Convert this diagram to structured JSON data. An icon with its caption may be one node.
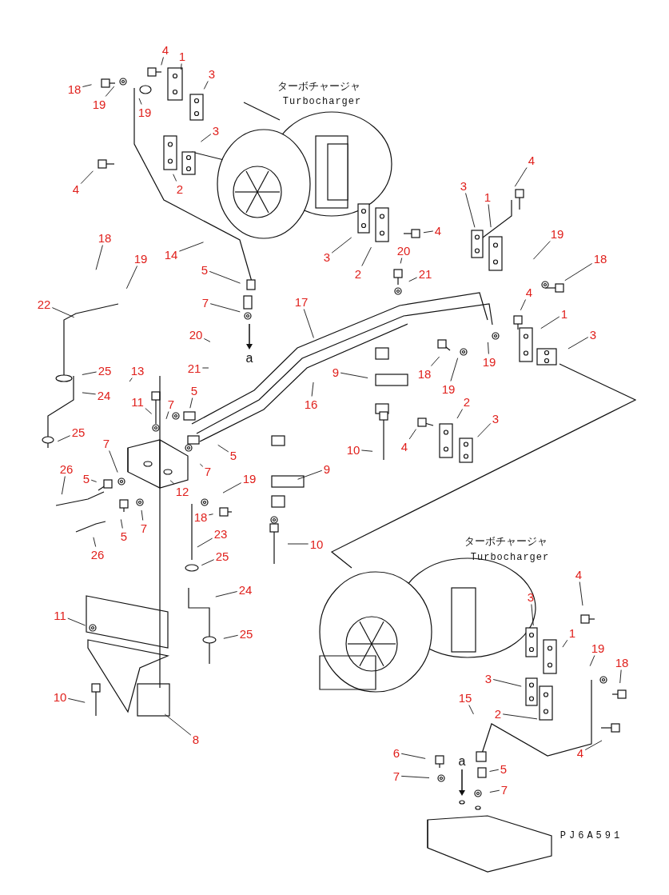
{
  "diagram": {
    "nodes": [
      {
        "text": [
          "18"
        ]
      },
      {
        "text": [
          "4"
        ]
      },
      {
        "text": [
          "1"
        ]
      },
      {
        "text": [
          "19"
        ]
      },
      {
        "text": [
          "3"
        ]
      },
      {
        "text": [
          "19"
        ]
      },
      {
        "text": [
          "3"
        ]
      },
      {
        "text": [
          "4"
        ]
      },
      {
        "text": [
          "2"
        ]
      },
      {
        "text": [
          "3"
        ]
      },
      {
        "text": [
          "1"
        ]
      },
      {
        "text": [
          "4"
        ]
      },
      {
        "text": [
          "4"
        ]
      },
      {
        "text": [
          "14"
        ]
      },
      {
        "text": [
          "3"
        ]
      },
      {
        "text": [
          "2"
        ]
      },
      {
        "text": [
          "20"
        ]
      },
      {
        "text": [
          "19"
        ]
      },
      {
        "text": [
          "18"
        ]
      },
      {
        "text": [
          "21"
        ]
      },
      {
        "text": [
          "5"
        ]
      },
      {
        "text": [
          "7"
        ]
      },
      {
        "text": [
          "17"
        ]
      },
      {
        "text": [
          "4"
        ]
      },
      {
        "text": [
          "1"
        ]
      },
      {
        "text": [
          "3"
        ]
      },
      {
        "text": [
          "18"
        ]
      },
      {
        "text": [
          "19"
        ]
      },
      {
        "text": [
          "22"
        ]
      },
      {
        "text": [
          "20"
        ]
      },
      {
        "text": [
          "21"
        ]
      },
      {
        "text": [
          "25"
        ]
      },
      {
        "text": [
          "13"
        ]
      },
      {
        "text": [
          "24"
        ]
      },
      {
        "text": [
          "9"
        ]
      },
      {
        "text": [
          "16"
        ]
      },
      {
        "text": [
          "11"
        ]
      },
      {
        "text": [
          "7"
        ]
      },
      {
        "text": [
          "5"
        ]
      },
      {
        "text": [
          "18"
        ]
      },
      {
        "text": [
          "19"
        ]
      },
      {
        "text": [
          "19"
        ]
      },
      {
        "text": [
          "2"
        ]
      },
      {
        "text": [
          "3"
        ]
      },
      {
        "text": [
          "4"
        ]
      },
      {
        "text": [
          "25"
        ]
      },
      {
        "text": [
          "7"
        ]
      },
      {
        "text": [
          "5"
        ]
      },
      {
        "text": [
          "7"
        ]
      },
      {
        "text": [
          "10"
        ]
      },
      {
        "text": [
          "9"
        ]
      },
      {
        "text": [
          "26"
        ]
      },
      {
        "text": [
          "5"
        ]
      },
      {
        "text": [
          "19"
        ]
      },
      {
        "text": [
          "12"
        ]
      },
      {
        "text": [
          "18"
        ]
      },
      {
        "text": [
          "5"
        ]
      },
      {
        "text": [
          "7"
        ]
      },
      {
        "text": [
          "26"
        ]
      },
      {
        "text": [
          "23"
        ]
      },
      {
        "text": [
          "10"
        ]
      },
      {
        "text": [
          "25"
        ]
      },
      {
        "text": [
          "24"
        ]
      },
      {
        "text": [
          "11"
        ]
      },
      {
        "text": [
          "25"
        ]
      },
      {
        "text": [
          "10"
        ]
      },
      {
        "text": [
          "8"
        ]
      },
      {
        "text": [
          "4"
        ]
      },
      {
        "text": [
          "3"
        ]
      },
      {
        "text": [
          "1"
        ]
      },
      {
        "text": [
          "19"
        ]
      },
      {
        "text": [
          "18"
        ]
      },
      {
        "text": [
          "3"
        ]
      },
      {
        "text": [
          "15"
        ]
      },
      {
        "text": [
          "2"
        ]
      },
      {
        "text": [
          "4"
        ]
      },
      {
        "text": [
          "6"
        ]
      },
      {
        "text": [
          "5"
        ]
      },
      {
        "text": [
          "7"
        ]
      },
      {
        "text": [
          "7"
        ]
      }
    ],
    "edges": [
      {
        "from": 0,
        "to": null,
        "arrow": "none"
      },
      {
        "from": 1,
        "to": null,
        "arrow": "none"
      },
      {
        "from": 2,
        "to": null,
        "arrow": "none"
      },
      {
        "from": 3,
        "to": null,
        "arrow": "none"
      },
      {
        "from": 4,
        "to": null,
        "arrow": "none"
      },
      {
        "from": 5,
        "to": null,
        "arrow": "none"
      },
      {
        "from": 6,
        "to": null,
        "arrow": "none"
      },
      {
        "from": 7,
        "to": null,
        "arrow": "none"
      },
      {
        "from": 8,
        "to": null,
        "arrow": "none"
      },
      {
        "from": 9,
        "to": null,
        "arrow": "none"
      },
      {
        "from": 10,
        "to": null,
        "arrow": "none"
      },
      {
        "from": 11,
        "to": null,
        "arrow": "none"
      },
      {
        "from": 12,
        "to": null,
        "arrow": "none"
      },
      {
        "from": 13,
        "to": null,
        "arrow": "none"
      },
      {
        "from": 14,
        "to": null,
        "arrow": "none"
      },
      {
        "from": 15,
        "to": null,
        "arrow": "none"
      },
      {
        "from": 16,
        "to": null,
        "arrow": "none"
      },
      {
        "from": 17,
        "to": null,
        "arrow": "none"
      },
      {
        "from": 18,
        "to": null,
        "arrow": "none"
      },
      {
        "from": 19,
        "to": null,
        "arrow": "none"
      },
      {
        "from": 20,
        "to": null,
        "arrow": "none"
      },
      {
        "from": 21,
        "to": null,
        "arrow": "none"
      },
      {
        "from": 22,
        "to": null,
        "arrow": "none"
      },
      {
        "from": 23,
        "to": null,
        "arrow": "none"
      },
      {
        "from": 24,
        "to": null,
        "arrow": "none"
      },
      {
        "from": 25,
        "to": null,
        "arrow": "none"
      },
      {
        "from": 26,
        "to": null,
        "arrow": "none"
      },
      {
        "from": 27,
        "to": null,
        "arrow": "none"
      },
      {
        "from": 28,
        "to": null,
        "arrow": "none"
      },
      {
        "from": 29,
        "to": null,
        "arrow": "none"
      },
      {
        "from": 30,
        "to": null,
        "arrow": "none"
      },
      {
        "from": 31,
        "to": null,
        "arrow": "none"
      },
      {
        "from": 32,
        "to": null,
        "arrow": "none"
      },
      {
        "from": 33,
        "to": null,
        "arrow": "none"
      },
      {
        "from": 34,
        "to": null,
        "arrow": "none"
      },
      {
        "from": 35,
        "to": null,
        "arrow": "none"
      },
      {
        "from": 36,
        "to": null,
        "arrow": "none"
      },
      {
        "from": 37,
        "to": null,
        "arrow": "none"
      },
      {
        "from": 38,
        "to": null,
        "arrow": "none"
      },
      {
        "from": 39,
        "to": null,
        "arrow": "none"
      },
      {
        "from": 40,
        "to": null,
        "arrow": "none"
      },
      {
        "from": 41,
        "to": null,
        "arrow": "none"
      },
      {
        "from": 42,
        "to": null,
        "arrow": "none"
      },
      {
        "from": 43,
        "to": null,
        "arrow": "none"
      },
      {
        "from": 44,
        "to": null,
        "arrow": "none"
      },
      {
        "from": 45,
        "to": null,
        "arrow": "none"
      },
      {
        "from": 46,
        "to": null,
        "arrow": "none"
      },
      {
        "from": 47,
        "to": null,
        "arrow": "none"
      },
      {
        "from": 48,
        "to": null,
        "arrow": "none"
      },
      {
        "from": 49,
        "to": null,
        "arrow": "none"
      },
      {
        "from": 50,
        "to": null,
        "arrow": "none"
      },
      {
        "from": 51,
        "to": null,
        "arrow": "none"
      },
      {
        "from": 52,
        "to": null,
        "arrow": "none"
      },
      {
        "from": 53,
        "to": null,
        "arrow": "none"
      },
      {
        "from": 54,
        "to": null,
        "arrow": "none"
      },
      {
        "from": 55,
        "to": null,
        "arrow": "none"
      },
      {
        "from": 56,
        "to": null,
        "arrow": "none"
      },
      {
        "from": 57,
        "to": null,
        "arrow": "none"
      },
      {
        "from": 58,
        "to": null,
        "arrow": "none"
      },
      {
        "from": 59,
        "to": null,
        "arrow": "none"
      },
      {
        "from": 60,
        "to": null,
        "arrow": "none"
      },
      {
        "from": 61,
        "to": null,
        "arrow": "none"
      },
      {
        "from": 62,
        "to": null,
        "arrow": "none"
      },
      {
        "from": 63,
        "to": null,
        "arrow": "none"
      },
      {
        "from": 64,
        "to": null,
        "arrow": "none"
      },
      {
        "from": 65,
        "to": null,
        "arrow": "none"
      },
      {
        "from": 66,
        "to": null,
        "arrow": "none"
      },
      {
        "from": 67,
        "to": null,
        "arrow": "none"
      },
      {
        "from": 68,
        "to": null,
        "arrow": "none"
      },
      {
        "from": 69,
        "to": null,
        "arrow": "none"
      },
      {
        "from": 70,
        "to": null,
        "arrow": "none"
      },
      {
        "from": 71,
        "to": null,
        "arrow": "none"
      },
      {
        "from": 72,
        "to": null,
        "arrow": "none"
      },
      {
        "from": 73,
        "to": null,
        "arrow": "none"
      },
      {
        "from": 74,
        "to": null,
        "arrow": "none"
      },
      {
        "from": 75,
        "to": null,
        "arrow": "none"
      },
      {
        "from": 76,
        "to": null,
        "arrow": "none"
      },
      {
        "from": 77,
        "to": null,
        "arrow": "none"
      },
      {
        "from": 78,
        "to": null,
        "arrow": "none"
      },
      {
        "from": 79,
        "to": null,
        "arrow": "none"
      }
    ],
    "labels": [
      "ターボチャージャ",
      "Turbocharger",
      "a",
      "ターボチャージャ",
      "Turbocharger",
      "a",
      "PJ6A591"
    ]
  }
}
